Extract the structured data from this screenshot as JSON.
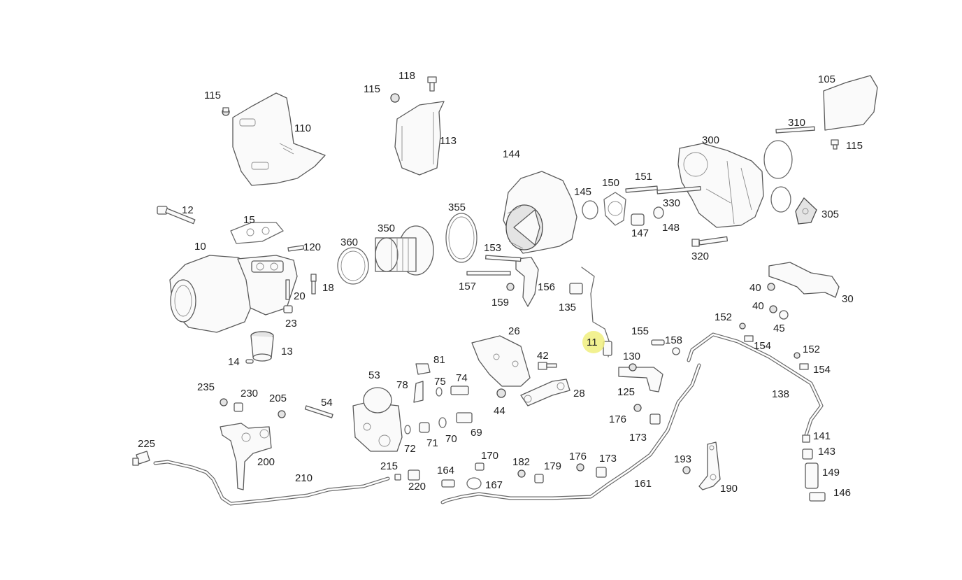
{
  "callouts": {
    "c105": "105",
    "c310": "310",
    "c115a": "115",
    "c300": "300",
    "c305": "305",
    "c115b": "115",
    "c110": "110",
    "c118": "118",
    "c115c": "115",
    "c113": "113",
    "c144": "144",
    "c145": "145",
    "c150": "150",
    "c151": "151",
    "c330": "330",
    "c147": "147",
    "c148": "148",
    "c320": "320",
    "c12": "12",
    "c15": "15",
    "c10": "10",
    "c120": "120",
    "c360": "360",
    "c350": "350",
    "c355": "355",
    "c153": "153",
    "c157": "157",
    "c156": "156",
    "c159": "159",
    "c135": "135",
    "c18": "18",
    "c20": "20",
    "c23": "23",
    "c13": "13",
    "c14": "14",
    "c11": "11",
    "c130": "130",
    "c155": "155",
    "c158": "158",
    "c125": "125",
    "c40a": "40",
    "c40b": "40",
    "c30": "30",
    "c45": "45",
    "c152a": "152",
    "c154a": "154",
    "c152b": "152",
    "c154b": "154",
    "c138": "138",
    "c26": "26",
    "c42": "42",
    "c28": "28",
    "c44": "44",
    "c53": "53",
    "c81": "81",
    "c78": "78",
    "c75": "75",
    "c74": "74",
    "c72": "72",
    "c71": "71",
    "c70": "70",
    "c69": "69",
    "c54": "54",
    "c235": "235",
    "c230": "230",
    "c205": "205",
    "c200": "200",
    "c225": "225",
    "c210": "210",
    "c215": "215",
    "c220": "220",
    "c164": "164",
    "c170": "170",
    "c167": "167",
    "c182": "182",
    "c179": "179",
    "c176a": "176",
    "c173a": "173",
    "c161": "161",
    "c176b": "176",
    "c173b": "173",
    "c193": "193",
    "c190": "190",
    "c141": "141",
    "c143": "143",
    "c149": "149",
    "c146": "146"
  },
  "highlight": {
    "label": "11",
    "color": "#f0ef7e"
  },
  "colors": {
    "line": "#5a5a5a",
    "text": "#222222",
    "background": "#ffffff"
  }
}
